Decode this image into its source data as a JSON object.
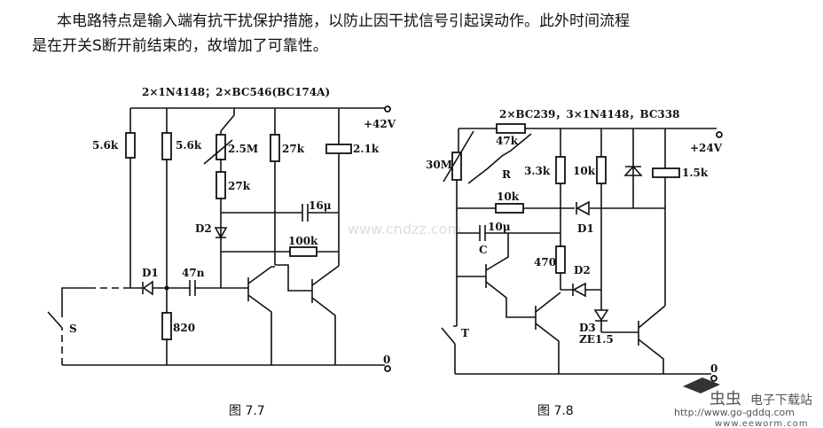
{
  "text": {
    "line1": "本电路特点是输入端有抗干扰保护措施，以防止因干扰信号引起误动作。此外时间流程",
    "line2": "是在开关S断开前结束的，故增加了可靠性。"
  },
  "fig77": {
    "parts": "2×1N4148；2×BC546(BC174A)",
    "supply": "+42V",
    "ground": "0",
    "r1": "5.6k",
    "r2": "5.6k",
    "pot": "2.5M",
    "r3": "27k",
    "r4": "27k",
    "relay": "2.1k",
    "c1": "16μ",
    "r5": "100k",
    "d1": "D1",
    "d2": "D2",
    "c2": "47n",
    "r6": "820",
    "switch": "S",
    "caption": "图 7.7"
  },
  "fig78": {
    "parts": "2×BC239，3×1N4148，BC338",
    "supply": "+24V",
    "ground": "0",
    "r1": "47k",
    "pot": "30M",
    "r_label": "R",
    "r2": "3.3k",
    "r3": "10k",
    "relay": "1.5k",
    "r4": "10k",
    "d1": "D1",
    "c1": "10μ",
    "c_label": "C",
    "r5": "470",
    "d2": "D2",
    "d3": "D3",
    "zener": "ZE1.5",
    "switch": "T",
    "caption": "图 7.8"
  },
  "watermark": "www.cndzz.com",
  "logo": {
    "title": "电子下载站",
    "url1": "http://www.go-gddq.com",
    "url2": "www.eeworm.com"
  }
}
